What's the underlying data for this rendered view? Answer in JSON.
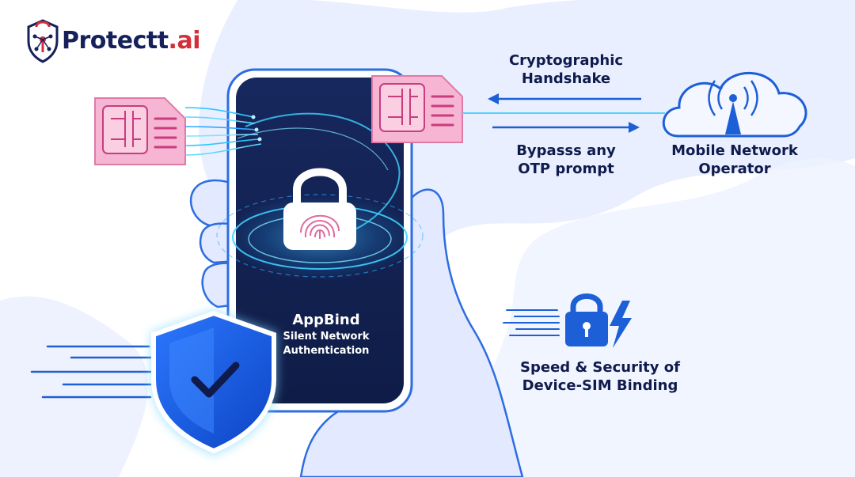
{
  "brand": {
    "name_main": "Protectt",
    "name_suffix": ".ai",
    "primary_color": "#16205a",
    "accent_color": "#d32f3a"
  },
  "phone": {
    "title": "AppBind",
    "subtitle_line1": "Silent Network",
    "subtitle_line2": "Authentication"
  },
  "handshake": {
    "line1": "Cryptographic",
    "line2": "Handshake"
  },
  "bypass": {
    "line1": "Bypasss any",
    "line2": "OTP prompt"
  },
  "operator": {
    "line1": "Mobile Network",
    "line2": "Operator"
  },
  "binding": {
    "line1": "Speed & Security of",
    "line2": "Device-SIM Binding"
  },
  "icons": {
    "logo": "shield-network-icon",
    "sim_left": "sim-card-icon",
    "sim_right": "sim-card-icon",
    "cloud": "cloud-antenna-icon",
    "lock": "padlock-fingerprint-icon",
    "shield": "shield-check-icon",
    "speed_lock": "lock-lightning-icon"
  },
  "colors": {
    "navy": "#0f1b4c",
    "blue": "#1c5fd6",
    "cyan": "#2fc7ff",
    "sim_pink": "#f6b5d2",
    "phone_screen": "#12214f"
  }
}
